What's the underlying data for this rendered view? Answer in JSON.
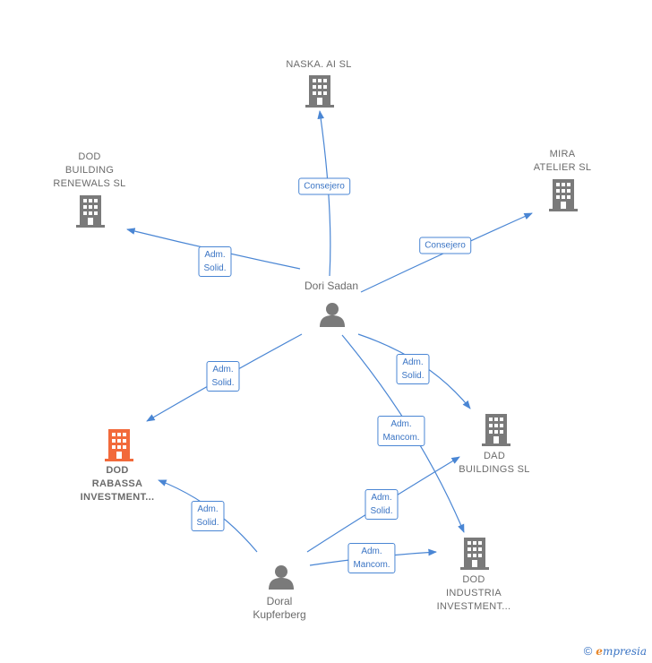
{
  "nodes": {
    "naska": {
      "label": "NASKA. AI  SL",
      "type": "company",
      "color": "#7a7a7a"
    },
    "dod_building": {
      "label": "DOD\nBUILDING\nRENEWALS  SL",
      "type": "company",
      "color": "#7a7a7a"
    },
    "mira": {
      "label": "MIRA\nATELIER  SL",
      "type": "company",
      "color": "#7a7a7a"
    },
    "dori": {
      "label": "Dori Sadan",
      "type": "person",
      "color": "#7a7a7a"
    },
    "dod_rabassa": {
      "label": "DOD\nRABASSA\nINVESTMENT...",
      "type": "company",
      "color": "#f26a3b"
    },
    "dad_buildings": {
      "label": "DAD\nBUILDINGS  SL",
      "type": "company",
      "color": "#7a7a7a"
    },
    "doral": {
      "label": "Doral\nKupferberg",
      "type": "person",
      "color": "#7a7a7a"
    },
    "dod_industria": {
      "label": "DOD\nINDUSTRIA\nINVESTMENT...",
      "type": "company",
      "color": "#7a7a7a"
    }
  },
  "edges": [
    {
      "from": "dori",
      "to": "naska",
      "label": "Consejero"
    },
    {
      "from": "dori",
      "to": "dod_building",
      "label": "Adm.\nSolid."
    },
    {
      "from": "dori",
      "to": "mira",
      "label": "Consejero"
    },
    {
      "from": "dori",
      "to": "dod_rabassa",
      "label": "Adm.\nSolid."
    },
    {
      "from": "dori",
      "to": "dad_buildings",
      "label": "Adm.\nSolid."
    },
    {
      "from": "dori",
      "to": "dod_industria",
      "label": "Adm.\nMancom."
    },
    {
      "from": "doral",
      "to": "dod_rabassa",
      "label": "Adm.\nSolid."
    },
    {
      "from": "doral",
      "to": "dad_buildings",
      "label": "Adm.\nSolid."
    },
    {
      "from": "doral",
      "to": "dod_industria",
      "label": "Adm.\nMancom."
    }
  ],
  "footer": {
    "copyright": "©",
    "brand_first": "e",
    "brand_rest": "mpresia"
  },
  "colors": {
    "edge": "#4a86d4",
    "edge_text": "#3a74c4",
    "icon_gray": "#7a7a7a",
    "icon_highlight": "#f26a3b"
  }
}
